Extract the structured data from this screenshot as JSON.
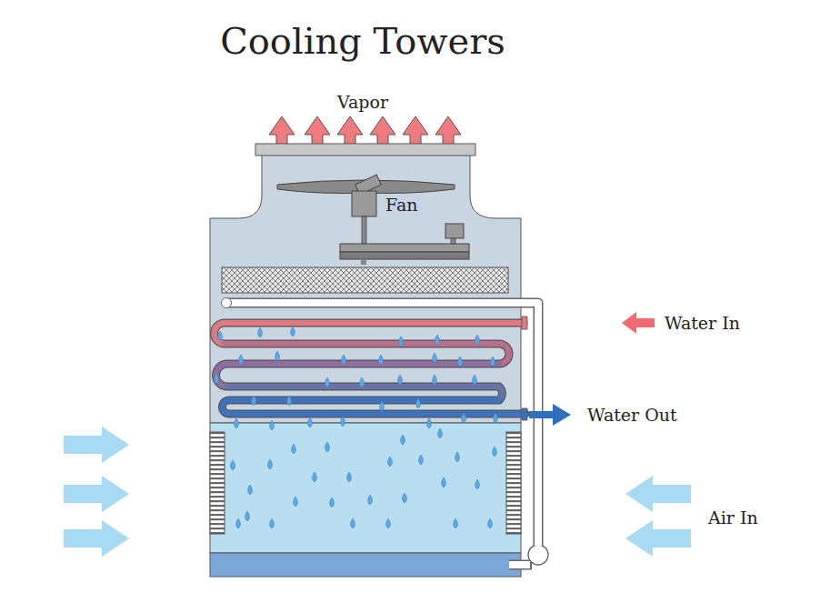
{
  "diagram": {
    "title": "Cooling Towers",
    "labels": [
      "Vapor",
      "Fan",
      "Water In",
      "Water Out",
      "Air In"
    ]
  }
}
